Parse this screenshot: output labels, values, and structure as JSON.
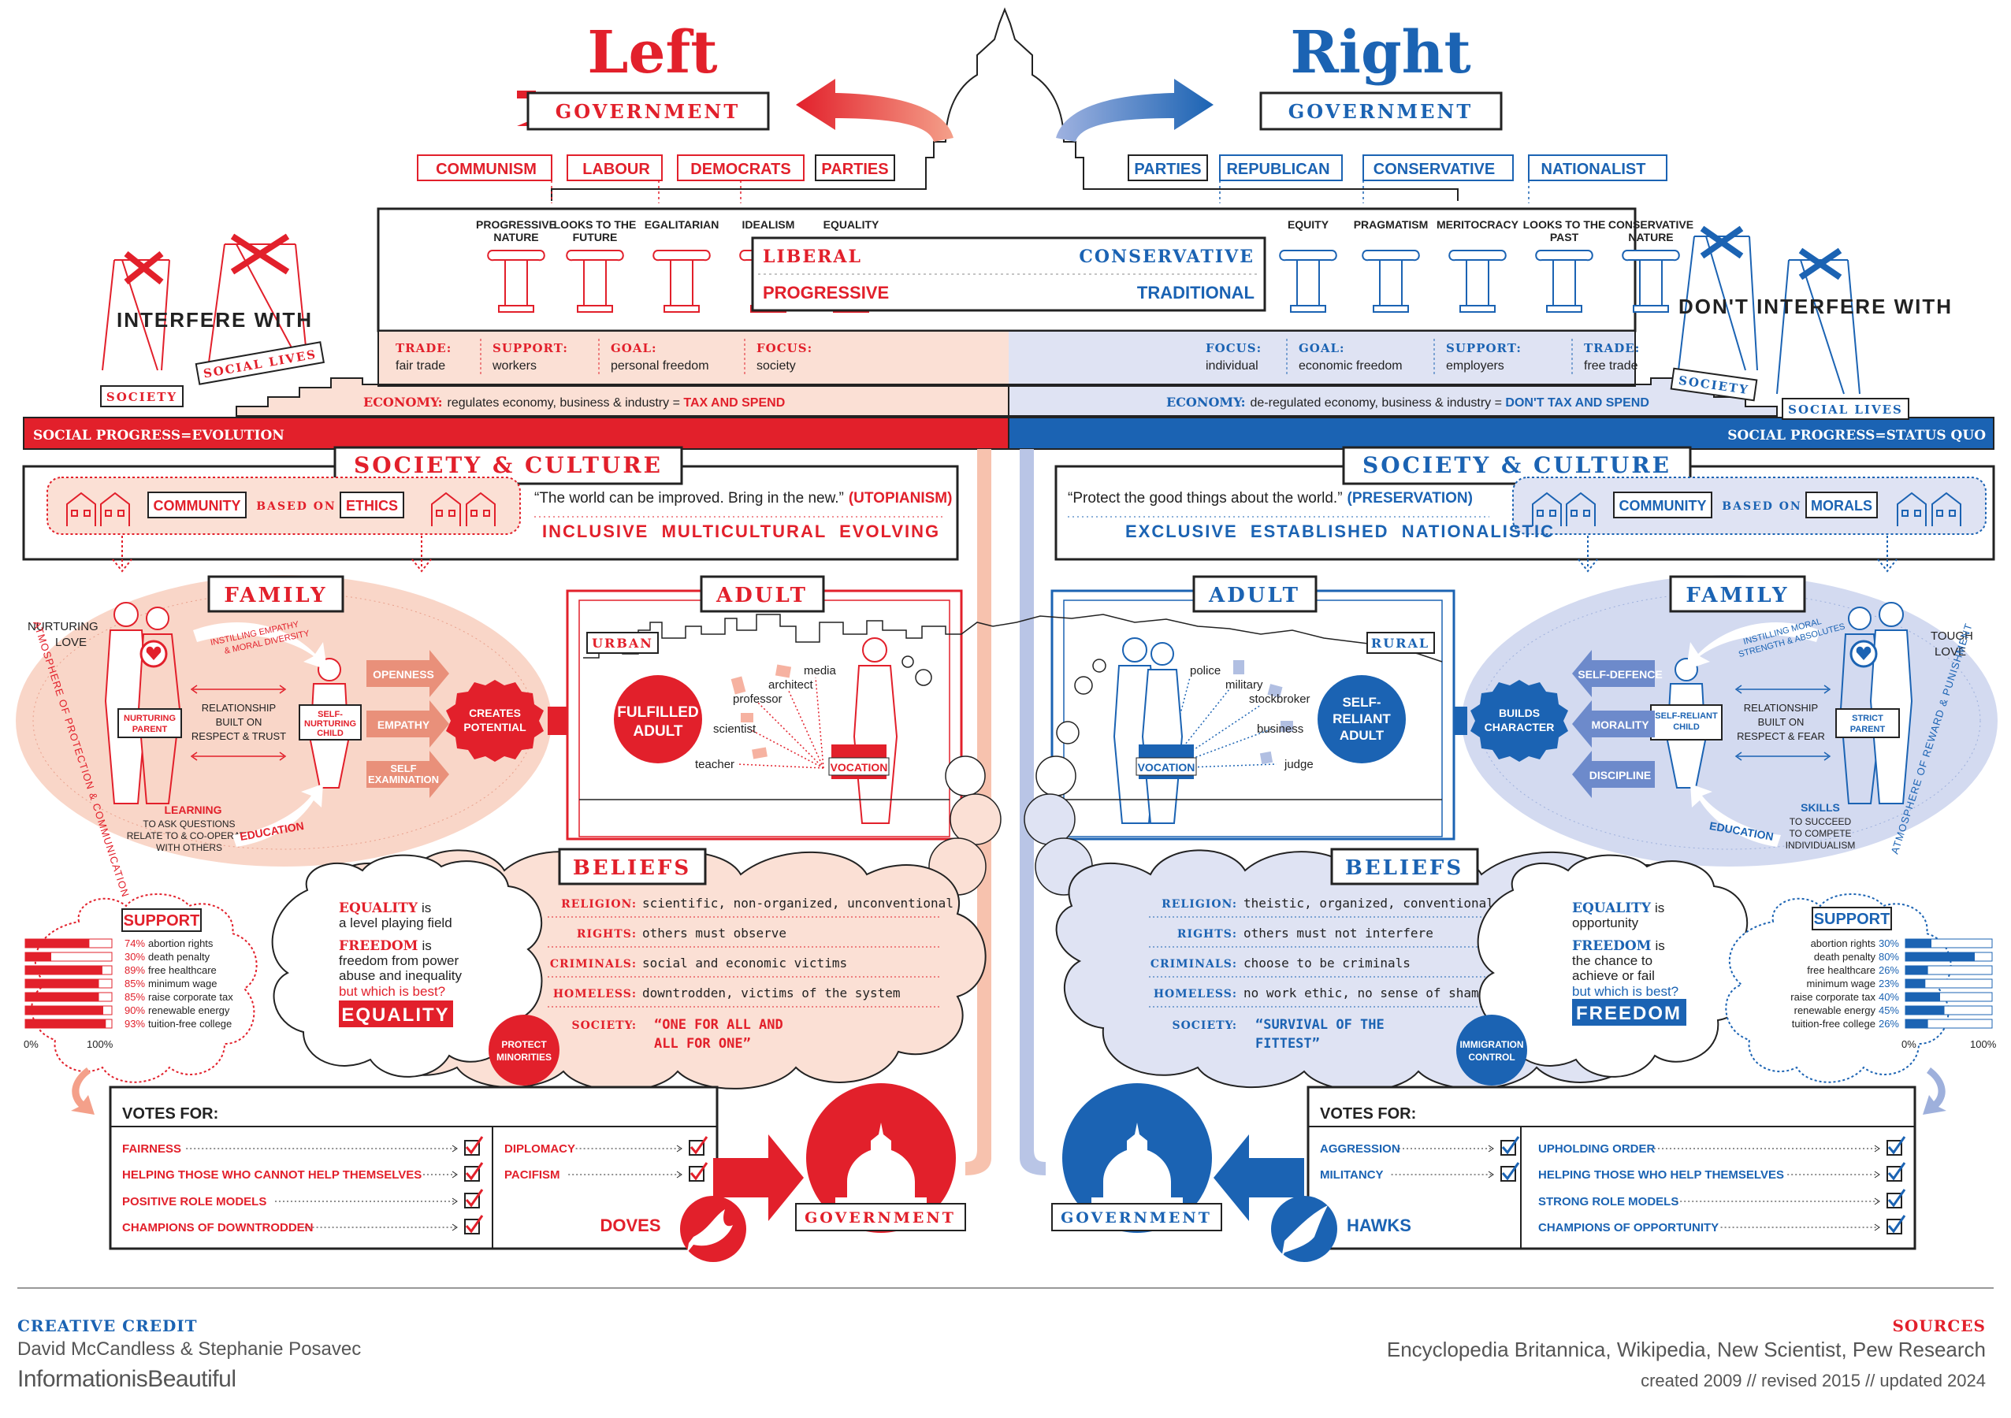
{
  "title": {
    "left": "Left",
    "right": "Right"
  },
  "colors": {
    "left": "#e2202b",
    "right": "#1b63b3",
    "left_light": "#f9d6c8",
    "right_light": "#d3daf0"
  },
  "government_label": "GOVERNMENT",
  "left_parties": [
    "COMMUNISM",
    "LABOUR",
    "DEMOCRATS",
    "PARTIES"
  ],
  "right_parties": [
    "PARTIES",
    "REPUBLICAN",
    "CONSERVATIVE",
    "NATIONALIST"
  ],
  "left_pillars": [
    "PROGRESSIVE NATURE",
    "LOOKS TO THE FUTURE",
    "EGALITARIAN",
    "IDEALISM",
    "EQUALITY"
  ],
  "right_pillars": [
    "EQUITY",
    "PRAGMATISM",
    "MERITOCRACY",
    "LOOKS TO THE PAST",
    "CONSERVATIVE NATURE"
  ],
  "spectrum": {
    "left_top": "LIBERAL",
    "left_bottom": "PROGRESSIVE",
    "right_top": "CONSERVATIVE",
    "right_bottom": "TRADITIONAL"
  },
  "left_attrs": [
    {
      "label": "TRADE:",
      "value": "fair trade"
    },
    {
      "label": "SUPPORT:",
      "value": "workers"
    },
    {
      "label": "GOAL:",
      "value": "personal freedom"
    },
    {
      "label": "FOCUS:",
      "value": "society"
    }
  ],
  "right_attrs": [
    {
      "label": "FOCUS:",
      "value": "individual"
    },
    {
      "label": "GOAL:",
      "value": "economic freedom"
    },
    {
      "label": "SUPPORT:",
      "value": "employers"
    },
    {
      "label": "TRADE:",
      "value": "free trade"
    }
  ],
  "economy": {
    "label": "ECONOMY:",
    "left_text": "regulates economy, business & industry = ",
    "left_emph": "TAX AND SPEND",
    "right_text": "de-regulated economy, business & industry = ",
    "right_emph": "DON'T TAX AND SPEND"
  },
  "social_progress": {
    "left": "SOCIAL PROGRESS=EVOLUTION",
    "right": "SOCIAL PROGRESS=STATUS QUO"
  },
  "interfere": {
    "left": "INTERFERE WITH",
    "right": "DON'T INTERFERE WITH",
    "society": "SOCIETY",
    "social_lives": "SOCIAL LIVES"
  },
  "society_culture": "SOCIETY & CULTURE",
  "community": {
    "label": "COMMUNITY",
    "based_on": "BASED ON",
    "left": "ETHICS",
    "right": "MORALS"
  },
  "left_quote": "“The world can be improved. Bring in the new.”",
  "left_quote_tag": "(UTOPIANISM)",
  "left_words": "INCLUSIVE  MULTICULTURAL  EVOLVING",
  "right_quote": "“Protect the good things about the world.”",
  "right_quote_tag": "(PRESERVATION)",
  "right_words": "EXCLUSIVE  ESTABLISHED  NATIONALISTIC",
  "family": "FAMILY",
  "adult": "ADULT",
  "urban": "URBAN",
  "rural": "RURAL",
  "left_family": {
    "love": "NURTURING LOVE",
    "parent": "NURTURING PARENT",
    "child": "SELF-NURTURING CHILD",
    "instilling": "INSTILLING EMPATHY & MORAL DIVERSITY",
    "relationship": "RELATIONSHIP BUILT ON RESPECT & TRUST",
    "arrows": [
      "OPENNESS",
      "EMPATHY",
      "SELF EXAMINATION"
    ],
    "creates": "CREATES POTENTIAL",
    "learning": "LEARNING",
    "learning_text": "TO ASK QUESTIONS RELATE TO & CO-OPERATE WITH OTHERS",
    "education": "EDUCATION",
    "atmosphere": "ATMOSPHERE OF PROTECTION & COMMUNICATION"
  },
  "right_family": {
    "love": "TOUGH LOVE",
    "parent": "STRICT PARENT",
    "child": "SELF-RELIANT CHILD",
    "instilling": "INSTILLING MORAL STRENGTH & ABSOLUTES",
    "relationship": "RELATIONSHIP BUILT ON RESPECT & FEAR",
    "arrows": [
      "SELF-DEFENCE",
      "MORALITY",
      "DISCIPLINE"
    ],
    "builds": "BUILDS CHARACTER",
    "skills": "SKILLS",
    "skills_text": "TO SUCCEED TO COMPETE INDIVIDUALISM",
    "education": "EDUCATION",
    "atmosphere": "ATMOSPHERE OF REWARD & PUNISHMENT"
  },
  "left_adult": {
    "fulfilled": "FULFILLED ADULT",
    "vocation": "VOCATION",
    "jobs": [
      "media",
      "architect",
      "professor",
      "scientist",
      "teacher"
    ]
  },
  "right_adult": {
    "self_reliant": "SELF-RELIANT ADULT",
    "vocation": "VOCATION",
    "jobs": [
      "police",
      "military",
      "stockbroker",
      "business",
      "judge"
    ]
  },
  "beliefs": "BELIEFS",
  "left_beliefs": [
    {
      "label": "RELIGION:",
      "value": "scientific, non-organized, unconventional"
    },
    {
      "label": "RIGHTS:",
      "value": "others must observe"
    },
    {
      "label": "CRIMINALS:",
      "value": "social and economic victims"
    },
    {
      "label": "HOMELESS:",
      "value": "downtrodden, victims of the system"
    },
    {
      "label": "SOCIETY:",
      "value": "“ONE FOR ALL AND ALL FOR ONE”"
    }
  ],
  "right_beliefs": [
    {
      "label": "RELIGION:",
      "value": "theistic, organized, conventional"
    },
    {
      "label": "RIGHTS:",
      "value": "others must not interfere"
    },
    {
      "label": "CRIMINALS:",
      "value": "choose to be criminals"
    },
    {
      "label": "HOMELESS:",
      "value": "no work ethic, no sense of shame"
    },
    {
      "label": "SOCIETY:",
      "value": "“SURVIVAL OF THE FITTEST”"
    }
  ],
  "left_value": {
    "eq": "EQUALITY",
    "is": "is",
    "eq_text": "a level playing field",
    "fr": "FREEDOM",
    "fr_text": "freedom from power abuse and inequality",
    "which": "but which is best?",
    "badge": "EQUALITY",
    "protect": "PROTECT MINORITIES"
  },
  "right_value": {
    "eq": "EQUALITY",
    "is": "is",
    "eq_text": "opportunity",
    "fr": "FREEDOM",
    "fr_text": "the chance to achieve or fail",
    "which": "but which is best?",
    "badge": "FREEDOM",
    "immigration": "IMMIGRATION CONTROL"
  },
  "support": "SUPPORT",
  "left_support": [
    {
      "pct": 74,
      "label": "abortion rights"
    },
    {
      "pct": 30,
      "label": "death penalty"
    },
    {
      "pct": 89,
      "label": "free healthcare"
    },
    {
      "pct": 85,
      "label": "minimum wage"
    },
    {
      "pct": 85,
      "label": "raise corporate tax"
    },
    {
      "pct": 90,
      "label": "renewable energy"
    },
    {
      "pct": 93,
      "label": "tuition-free college"
    }
  ],
  "right_support": [
    {
      "pct": 30,
      "label": "abortion rights"
    },
    {
      "pct": 80,
      "label": "death penalty"
    },
    {
      "pct": 26,
      "label": "free healthcare"
    },
    {
      "pct": 23,
      "label": "minimum wage"
    },
    {
      "pct": 40,
      "label": "raise corporate tax"
    },
    {
      "pct": 45,
      "label": "renewable energy"
    },
    {
      "pct": 26,
      "label": "tuition-free college"
    }
  ],
  "axis": {
    "min": "0%",
    "max": "100%"
  },
  "votes_for": "VOTES FOR:",
  "left_votes": {
    "col1": [
      "FAIRNESS",
      "HELPING THOSE WHO CANNOT HELP THEMSELVES",
      "POSITIVE ROLE MODELS",
      "CHAMPIONS OF DOWNTRODDEN"
    ],
    "col2": [
      "DIPLOMACY",
      "PACIFISM"
    ],
    "bird": "DOVES"
  },
  "right_votes": {
    "col1": [
      "AGGRESSION",
      "MILITANCY"
    ],
    "col2": [
      "UPHOLDING ORDER",
      "HELPING THOSE WHO HELP THEMSELVES",
      "STRONG ROLE MODELS",
      "CHAMPIONS OF OPPORTUNITY"
    ],
    "bird": "HAWKS"
  },
  "footer": {
    "credit_label": "CREATIVE CREDIT",
    "credit_names": "David McCandless & Stephanie Posavec",
    "brand": "InformationisBeautiful",
    "sources_label": "SOURCES",
    "sources": "Encyclopedia Britannica, Wikipedia, New Scientist, Pew Research",
    "dates": "created 2009 // revised 2015 // updated 2024"
  }
}
